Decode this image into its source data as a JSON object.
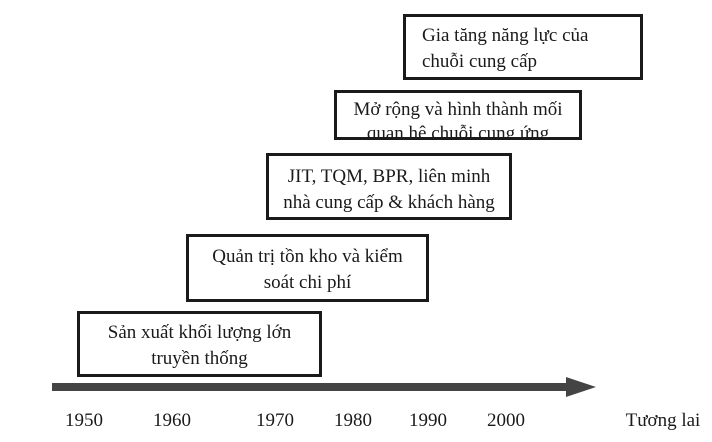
{
  "stages": [
    {
      "id": "stage-1",
      "lines": [
        "Sản xuất khối lượng lớn",
        "truyền thống"
      ]
    },
    {
      "id": "stage-2",
      "lines": [
        "Quản trị tồn kho và kiểm",
        "soát chi phí"
      ]
    },
    {
      "id": "stage-3",
      "lines": [
        "JIT, TQM, BPR, liên minh",
        "nhà cung cấp & khách hàng"
      ]
    },
    {
      "id": "stage-4",
      "lines": [
        "Mở rộng và hình thành mối",
        "quan hệ chuỗi cung ứng"
      ]
    },
    {
      "id": "stage-5",
      "lines": [
        "Gia tăng năng lực của",
        "chuỗi cung cấp"
      ]
    }
  ],
  "timeline": {
    "labels": [
      "1950",
      "1960",
      "1970",
      "1980",
      "1990",
      "2000",
      "Tương lai"
    ]
  },
  "colors": {
    "stroke": "#1a1a1a",
    "arrow": "#444444",
    "background": "#ffffff"
  }
}
